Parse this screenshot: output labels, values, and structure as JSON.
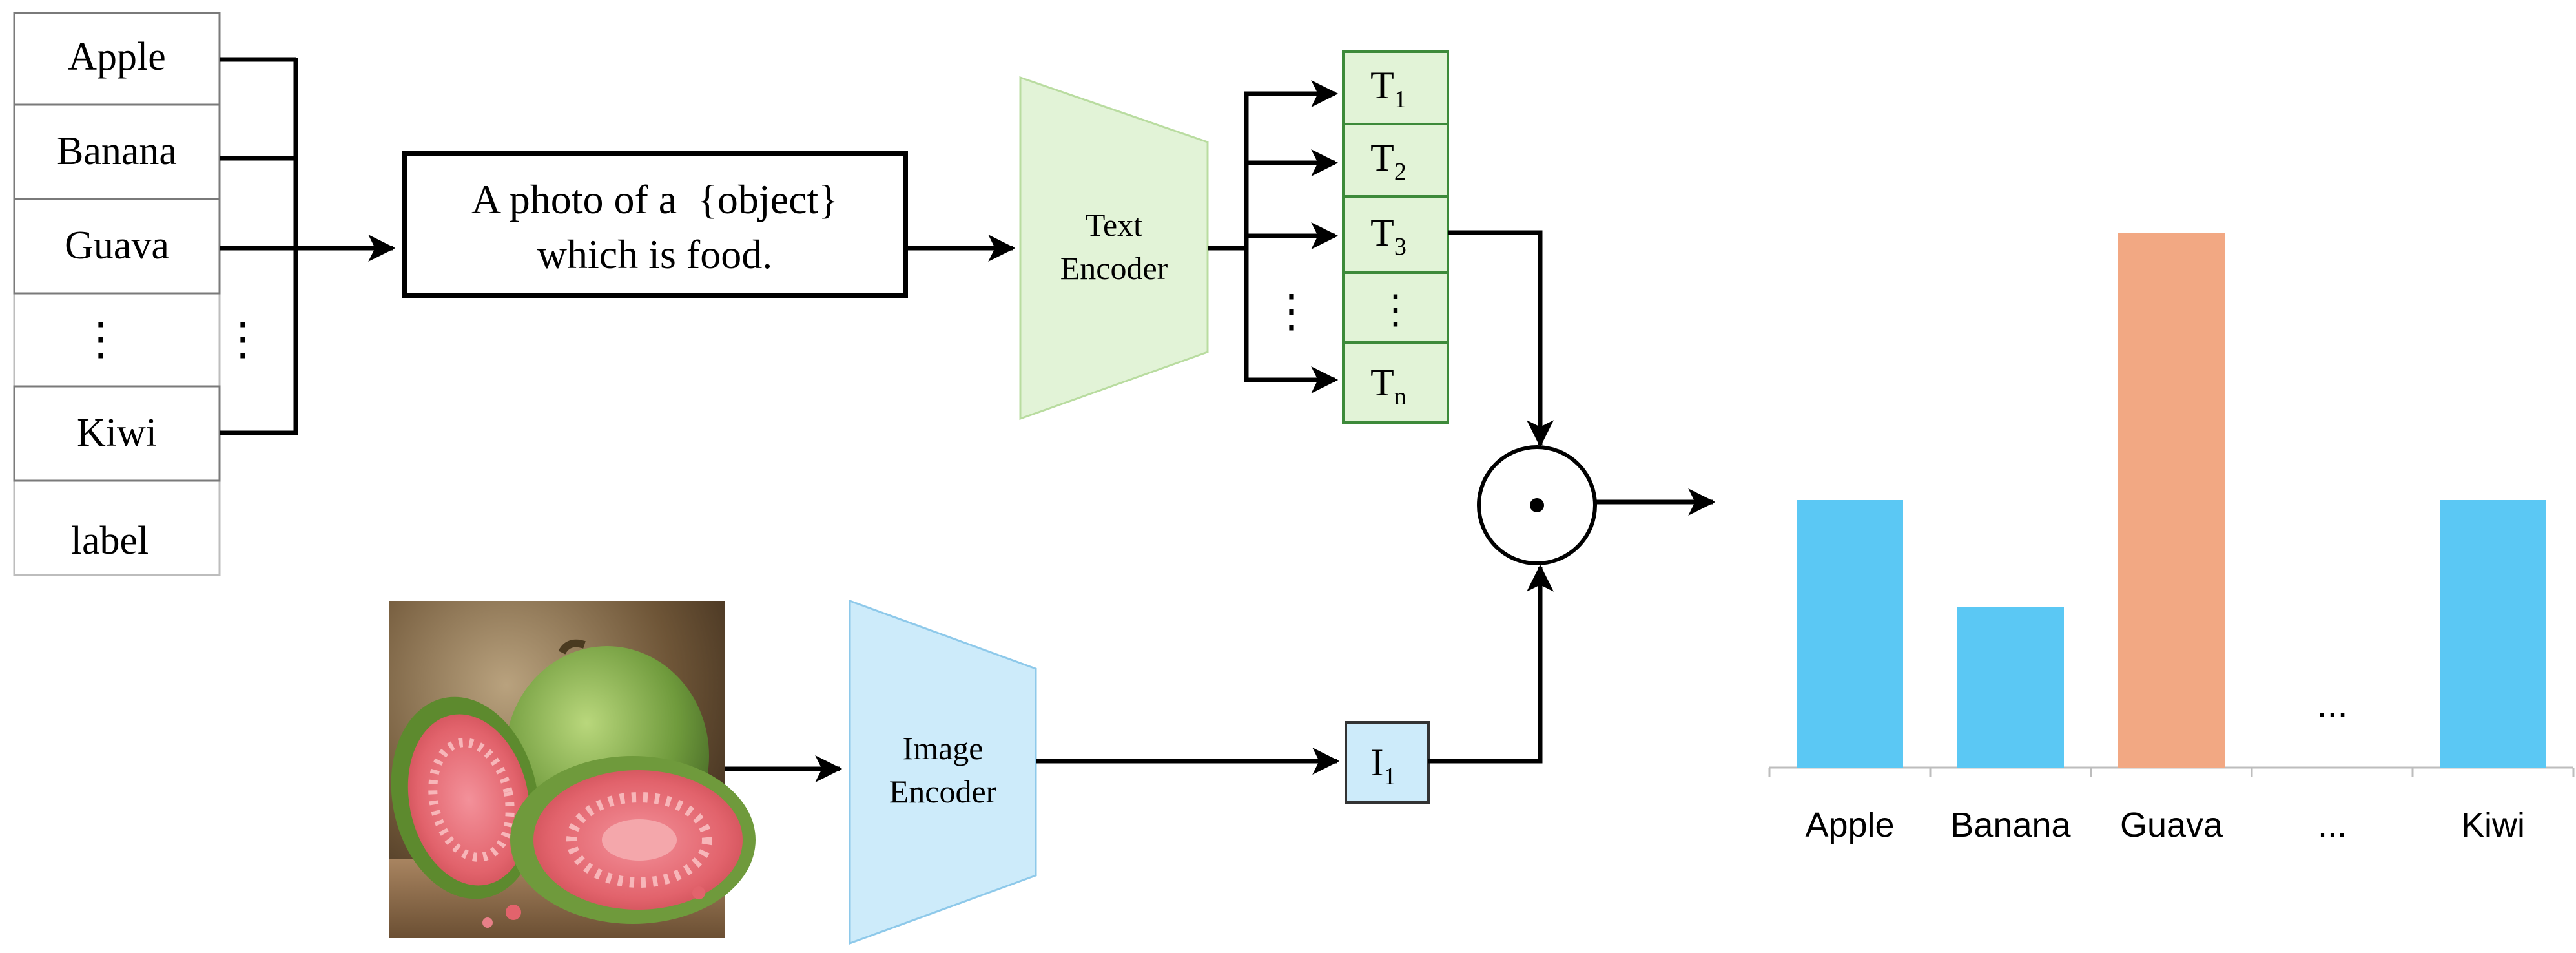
{
  "labels": {
    "items": [
      "Apple",
      "Banana",
      "Guava",
      "⋮",
      "Kiwi"
    ],
    "dots": "⋮",
    "caption": "label"
  },
  "prompt": {
    "line1": "A photo of a  {object}",
    "line2": "which is food."
  },
  "text_encoder": {
    "line1": "Text",
    "line2": "Encoder",
    "color": "#e2f3d7"
  },
  "image_encoder": {
    "line1": "Image",
    "line2": "Encoder",
    "color": "#cdebfa"
  },
  "text_tokens": [
    {
      "base": "T",
      "sub": "1"
    },
    {
      "base": "T",
      "sub": "2"
    },
    {
      "base": "T",
      "sub": "3"
    },
    {
      "base": "⋮",
      "sub": ""
    },
    {
      "base": "T",
      "sub": "n"
    }
  ],
  "token_dots": "⋮",
  "image_token": {
    "base": "I",
    "sub": "1"
  },
  "operator": {
    "symbol": "•"
  },
  "chart_data": {
    "type": "bar",
    "categories": [
      "Apple",
      "Banana",
      "Guava",
      "...",
      "Kiwi"
    ],
    "values": [
      0.5,
      0.3,
      1.0,
      null,
      0.5
    ],
    "colors": [
      "#5bc8f4",
      "#5bc8f4",
      "#f2a883",
      null,
      "#5bc8f4"
    ],
    "placeholder": "...",
    "ylim": [
      0,
      1
    ]
  }
}
